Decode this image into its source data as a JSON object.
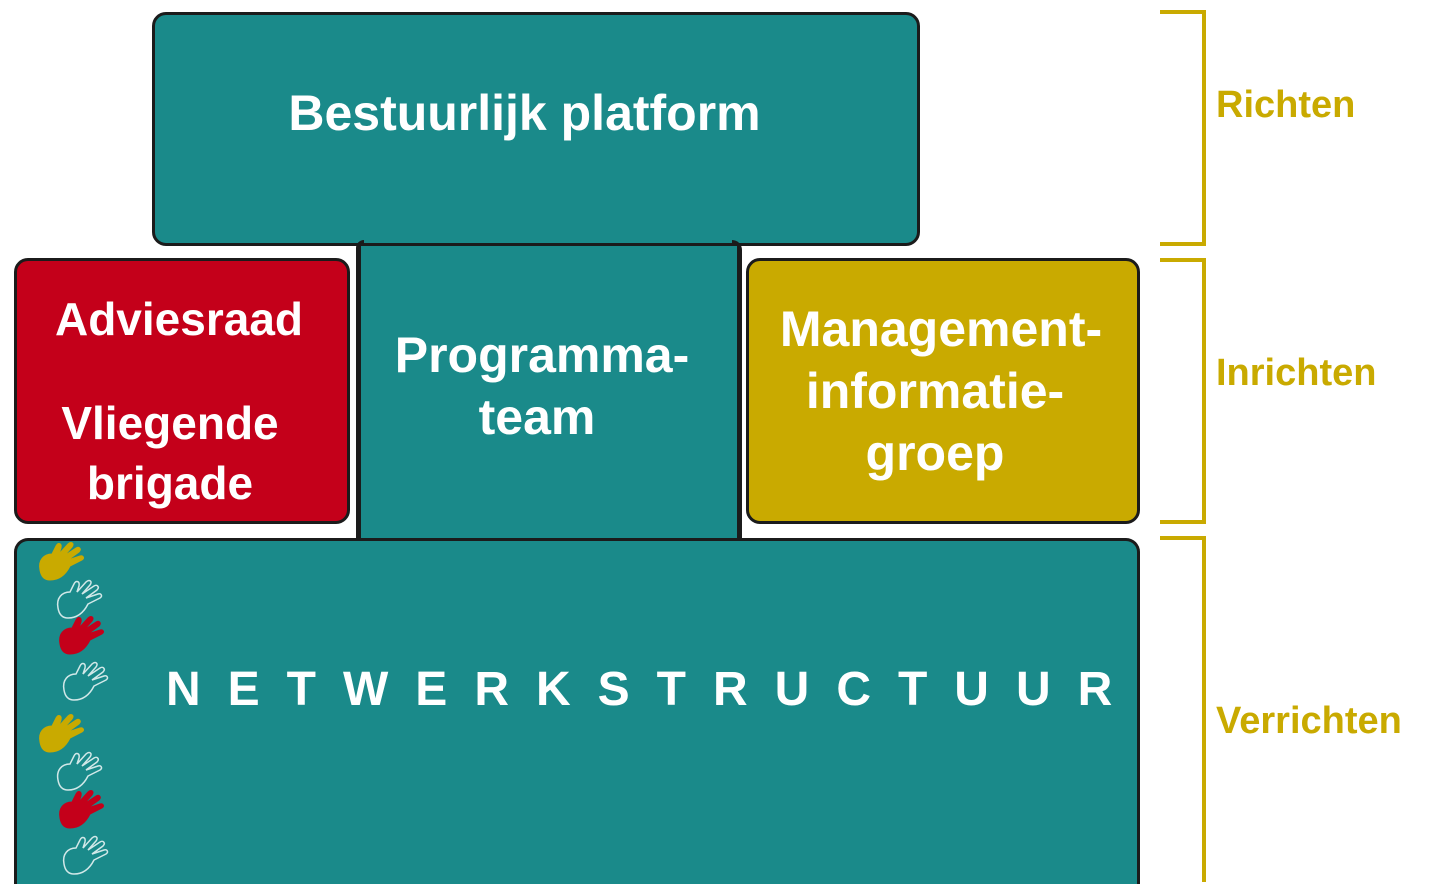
{
  "diagram": {
    "top_box": {
      "label": "Bestuurlijk platform"
    },
    "center": {
      "line1": "Programma-",
      "line2": "team"
    },
    "left_box": {
      "line1": "Adviesraad",
      "line2": "Vliegende",
      "line3": "brigade"
    },
    "right_box": {
      "line1": "Management-",
      "line2": "informatie-",
      "line3": "groep"
    },
    "bottom_box": {
      "label": "NETWERKSTRUCTUUR"
    },
    "brackets": [
      {
        "label": "Richten"
      },
      {
        "label": "Inrichten"
      },
      {
        "label": "Verrichten"
      }
    ],
    "hands": [
      {
        "icon": "hand-icon",
        "color": "#c9aa00",
        "style": "filled"
      },
      {
        "icon": "hand-icon",
        "color": "#ffffff",
        "style": "outline"
      },
      {
        "icon": "hand-icon",
        "color": "#c4001a",
        "style": "filled"
      },
      {
        "icon": "hand-icon",
        "color": "#ffffff",
        "style": "outline"
      },
      {
        "icon": "hand-icon",
        "color": "#c9aa00",
        "style": "filled"
      },
      {
        "icon": "hand-icon",
        "color": "#ffffff",
        "style": "outline"
      },
      {
        "icon": "hand-icon",
        "color": "#c4001a",
        "style": "filled"
      },
      {
        "icon": "hand-icon",
        "color": "#ffffff",
        "style": "outline"
      }
    ],
    "colors": {
      "teal": "#1a8a8a",
      "red": "#c4001a",
      "gold": "#c9aa00",
      "text": "#ffffff"
    }
  }
}
